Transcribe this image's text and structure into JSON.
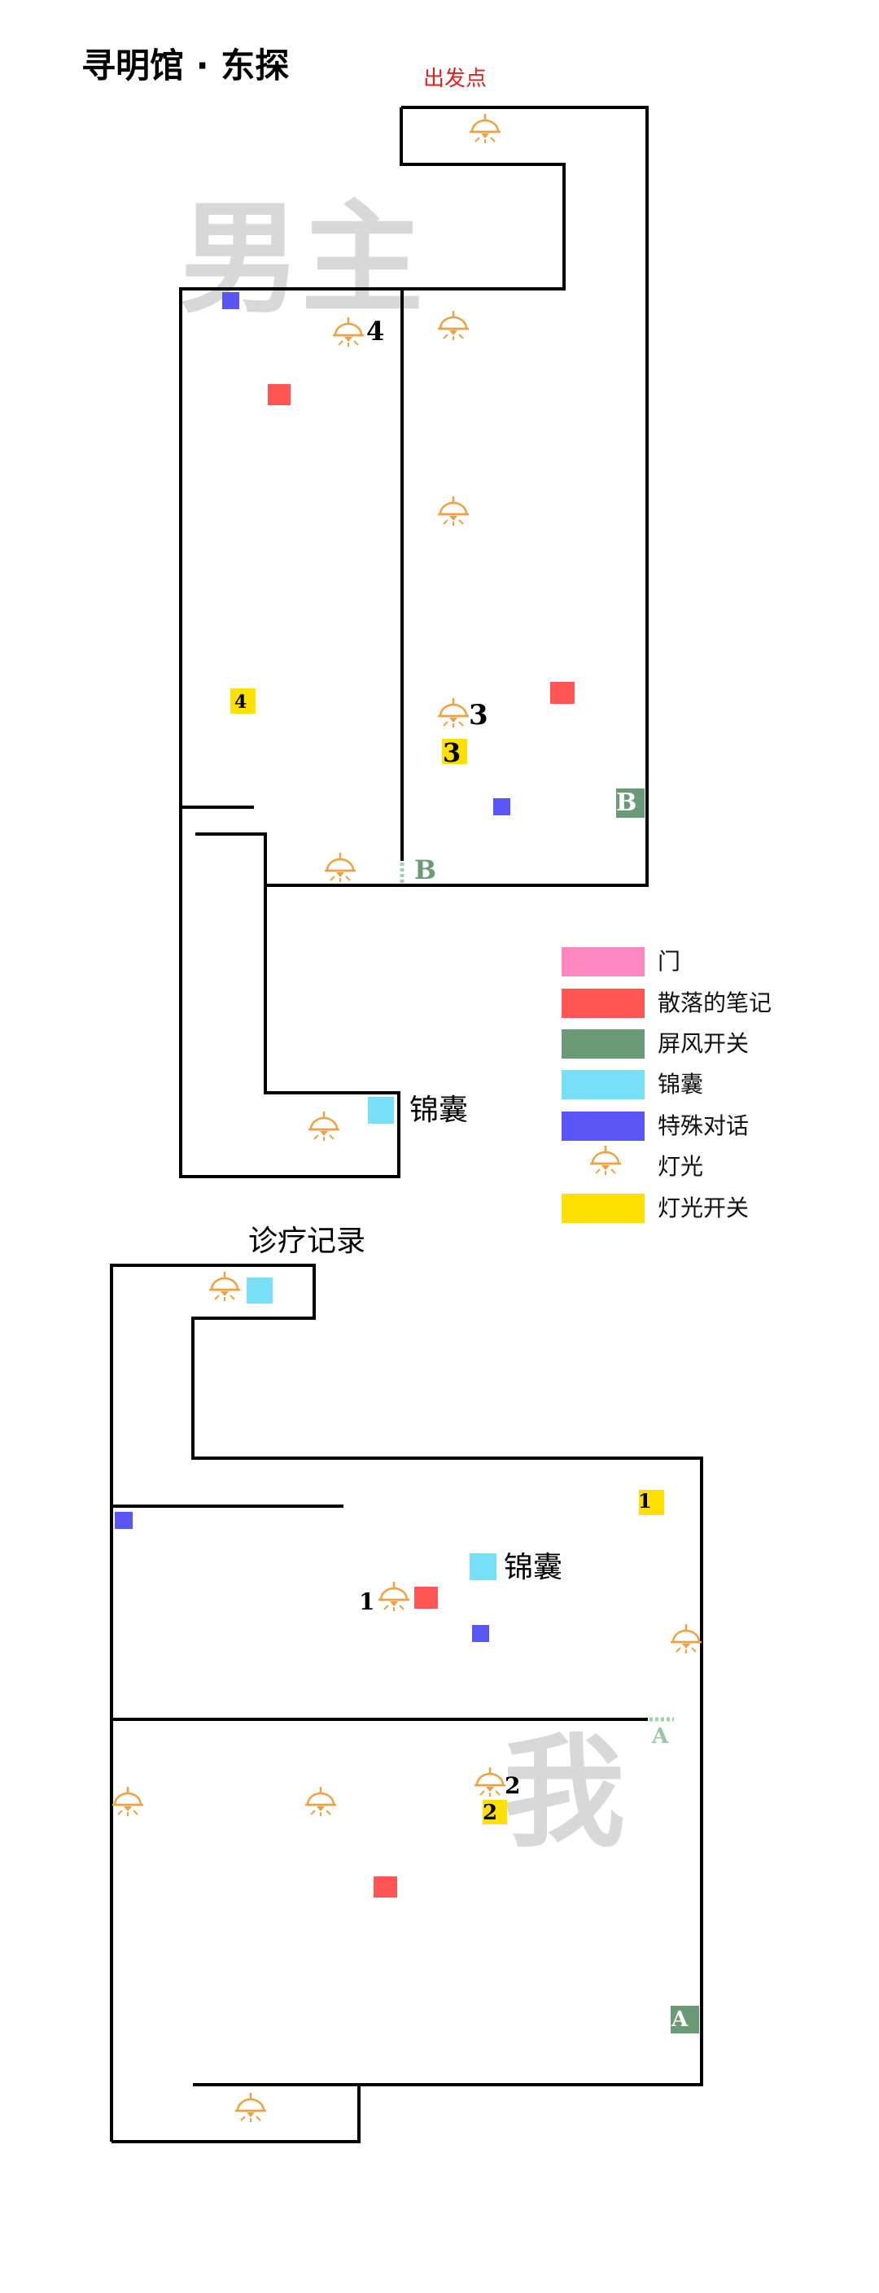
{
  "title": "寻明馆 · 东探",
  "start_label": "出发点",
  "record_label": "诊疗记录",
  "watermarks": {
    "upper": "男主",
    "lower": "我"
  },
  "colors": {
    "door": "#ff88c0",
    "note": "#ff5555",
    "screen_switch": "#6b9a77",
    "pouch": "#77e0f7",
    "special_dialog": "#5a55f5",
    "lamp": "#f0a040",
    "light_switch": "#ffe000",
    "wall": "#000000",
    "watermark": "#d8d8d8"
  },
  "legend": [
    {
      "key": "door",
      "label": "门",
      "icon": "swatch"
    },
    {
      "key": "note",
      "label": "散落的笔记",
      "icon": "swatch"
    },
    {
      "key": "screen_switch",
      "label": "屏风开关",
      "icon": "swatch"
    },
    {
      "key": "pouch",
      "label": "锦囊",
      "icon": "swatch"
    },
    {
      "key": "special_dialog",
      "label": "特殊对话",
      "icon": "swatch"
    },
    {
      "key": "lamp",
      "label": "灯光",
      "icon": "lamp-icon"
    },
    {
      "key": "light_switch",
      "label": "灯光开关",
      "icon": "swatch"
    }
  ],
  "markers": {
    "pouch_upper": "锦囊",
    "pouch_lower": "锦囊",
    "lamp_num_4": "4",
    "lamp_num_3": "3",
    "lamp_num_1": "1",
    "lamp_num_2": "2",
    "switch_4": "4",
    "switch_3": "3",
    "switch_1": "1",
    "switch_2": "2",
    "screen_b": "B",
    "screen_a": "A",
    "door_b": "B",
    "door_a": "A"
  }
}
